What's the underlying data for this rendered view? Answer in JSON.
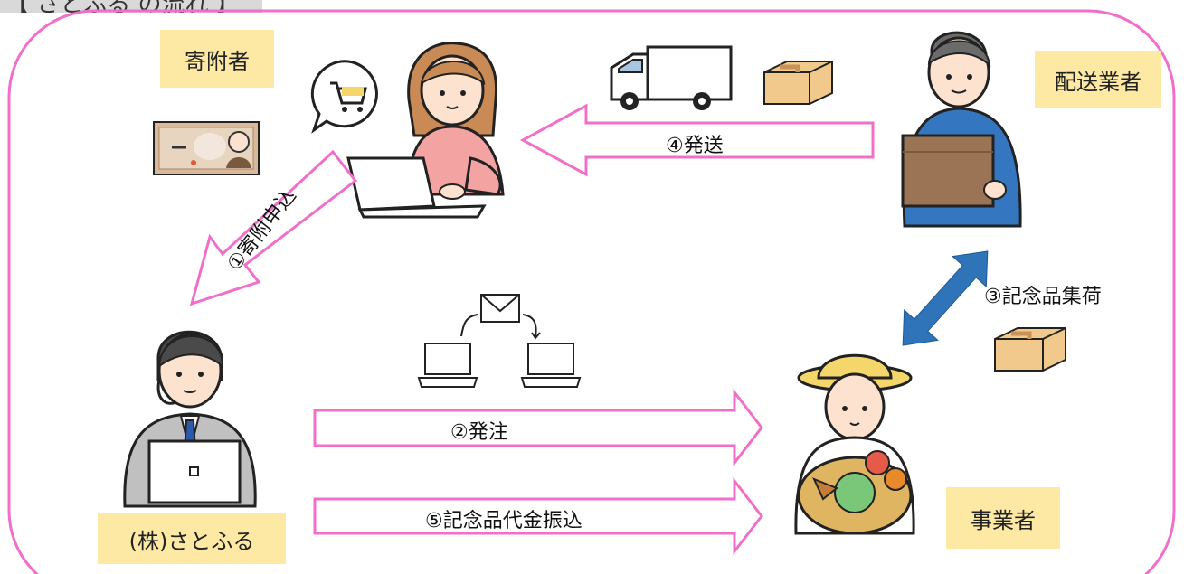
{
  "title": "【 さとふる の流れ 】",
  "actors": {
    "donor": "寄附者",
    "satofull": "(株)さとふる",
    "business": "事業者",
    "delivery": "配送業者"
  },
  "steps": {
    "step1": "①寄附申込",
    "step2": "②発注",
    "step3": "③記念品集荷",
    "step4": "④発送",
    "step5": "⑤記念品代金振込"
  },
  "colors": {
    "frame": "#f06fc8",
    "arrow_fill": "#ffffff",
    "arrow_stroke": "#f06fc8",
    "double_arrow": "#2f74b8",
    "label_bg": "#fde9a4"
  }
}
